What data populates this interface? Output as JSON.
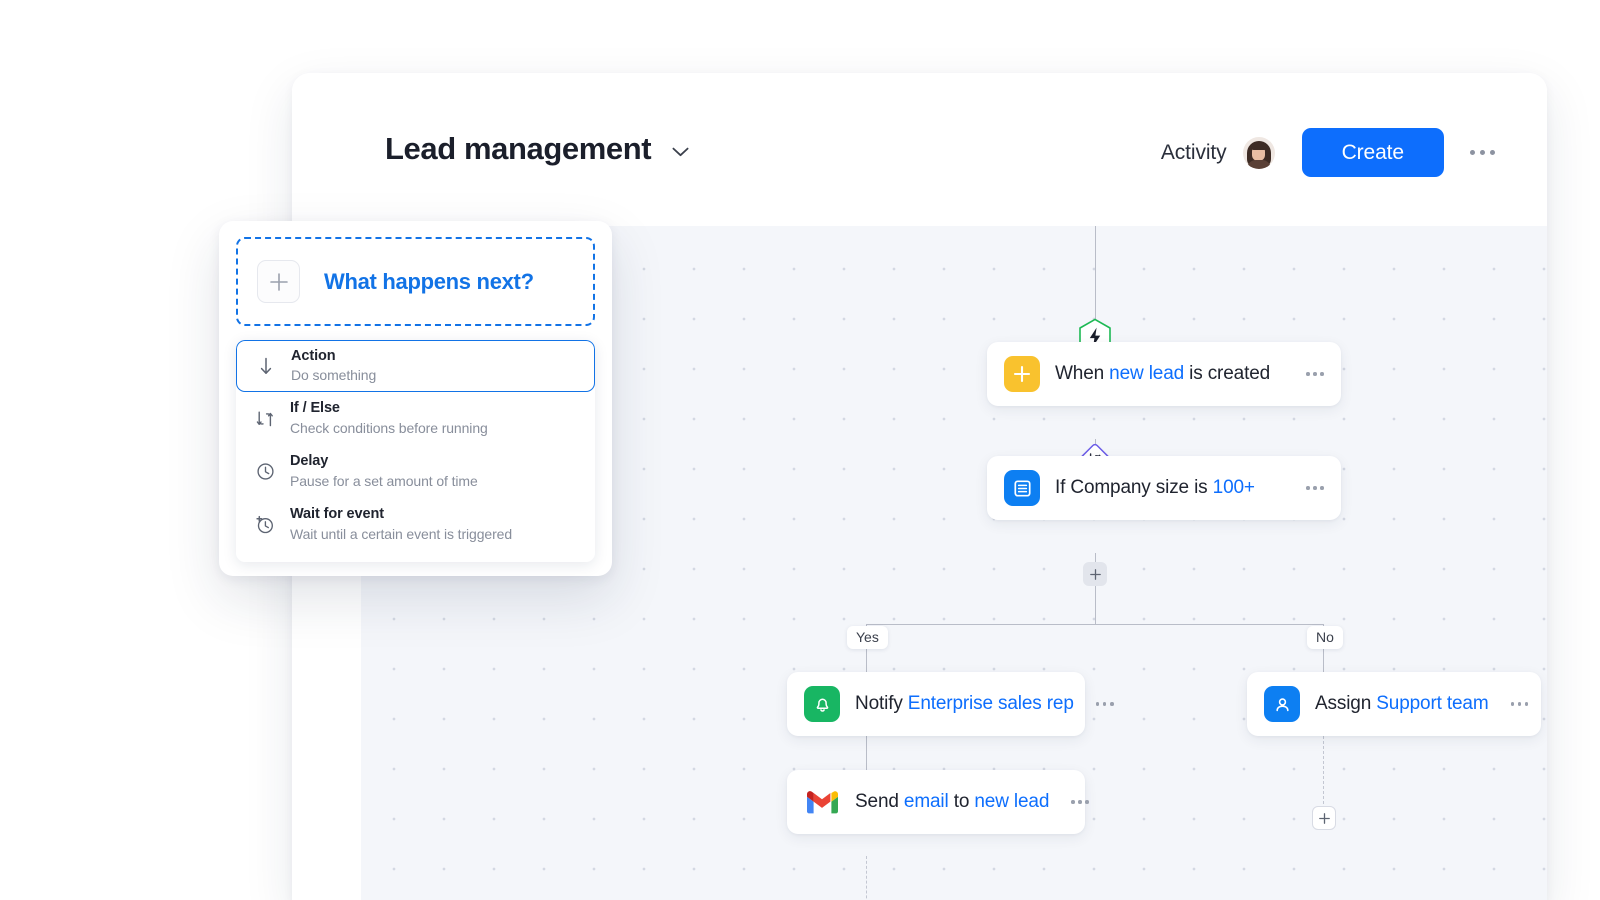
{
  "header": {
    "title": "Lead management",
    "title_chevron_icon": "chevron-down-icon",
    "activity_label": "Activity",
    "avatar_icon": "user-avatar",
    "create_label": "Create",
    "more_icon": "kebab-menu-icon"
  },
  "popover": {
    "placeholder_plus_icon": "plus-icon",
    "prompt": "What happens next?",
    "items": [
      {
        "icon": "arrow-down-icon",
        "title": "Action",
        "subtitle": "Do something",
        "selected": true
      },
      {
        "icon": "branch-if-else-icon",
        "title": "If / Else",
        "subtitle": "Check conditions before running",
        "selected": false
      },
      {
        "icon": "clock-icon",
        "title": "Delay",
        "subtitle": "Pause for a set amount of time",
        "selected": false
      },
      {
        "icon": "clock-plus-icon",
        "title": "Wait for event",
        "subtitle": "Wait until a certain event is triggered",
        "selected": false
      }
    ]
  },
  "canvas": {
    "nodes": [
      {
        "id": "trigger",
        "badge_icon": "lightning-hexagon-icon",
        "icon": "plus-square-icon",
        "icon_color": "#f9c22e",
        "text_pre": "When ",
        "text_hl": "new lead",
        "text_post": " is created",
        "more_icon": "kebab-menu-icon"
      },
      {
        "id": "condition",
        "badge_icon": "branch-diamond-icon",
        "icon": "list-square-icon",
        "icon_color": "#0d7ff2",
        "text_pre": "If Company size is ",
        "text_hl": "100+",
        "text_post": "",
        "more_icon": "kebab-menu-icon"
      },
      {
        "id": "notify",
        "icon": "bell-icon",
        "icon_color": "#18b663",
        "text_pre": "Notify ",
        "text_hl": "Enterprise sales rep",
        "text_post": "",
        "more_icon": "kebab-menu-icon"
      },
      {
        "id": "email",
        "icon": "gmail-icon",
        "icon_color": "#ffffff",
        "text_pre": "Send ",
        "text_hl": "email",
        "text_mid": " to ",
        "text_hl2": "new lead",
        "text_post": "",
        "more_icon": "kebab-menu-icon"
      },
      {
        "id": "assign",
        "icon": "person-icon",
        "icon_color": "#0d7ff2",
        "text_pre": "Assign ",
        "text_hl": "Support team",
        "text_post": "",
        "more_icon": "kebab-menu-icon"
      }
    ],
    "branch_labels": {
      "yes": "Yes",
      "no": "No"
    },
    "add_buttons": [
      {
        "id": "add-after-condition",
        "icon": "plus-icon"
      },
      {
        "id": "add-after-assign",
        "icon": "plus-icon"
      }
    ]
  },
  "colors": {
    "accent": "#0d6efd",
    "link": "#1273e6",
    "canvas_bg": "#f4f6fa",
    "trigger_yellow": "#f9c22e",
    "node_blue": "#0d7ff2",
    "node_green": "#18b663",
    "badge_green": "#1db954",
    "badge_purple": "#6b5ce7"
  }
}
